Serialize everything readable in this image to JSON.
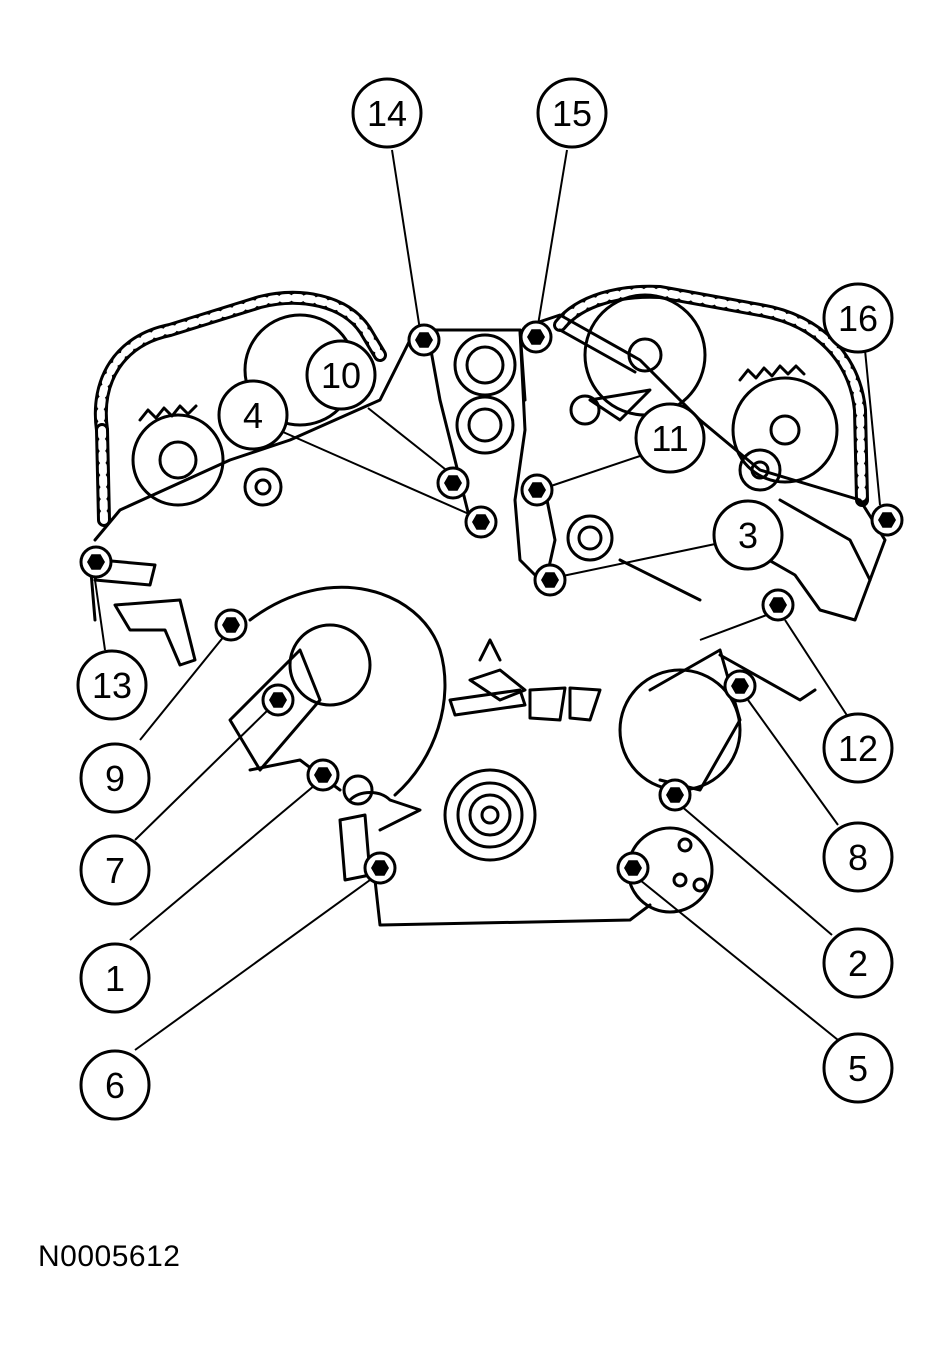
{
  "figure_id": "N0005612",
  "callouts": [
    {
      "label": "1"
    },
    {
      "label": "2"
    },
    {
      "label": "3"
    },
    {
      "label": "4"
    },
    {
      "label": "5"
    },
    {
      "label": "6"
    },
    {
      "label": "7"
    },
    {
      "label": "8"
    },
    {
      "label": "9"
    },
    {
      "label": "10"
    },
    {
      "label": "11"
    },
    {
      "label": "12"
    },
    {
      "label": "13"
    },
    {
      "label": "14"
    },
    {
      "label": "15"
    },
    {
      "label": "16"
    }
  ]
}
